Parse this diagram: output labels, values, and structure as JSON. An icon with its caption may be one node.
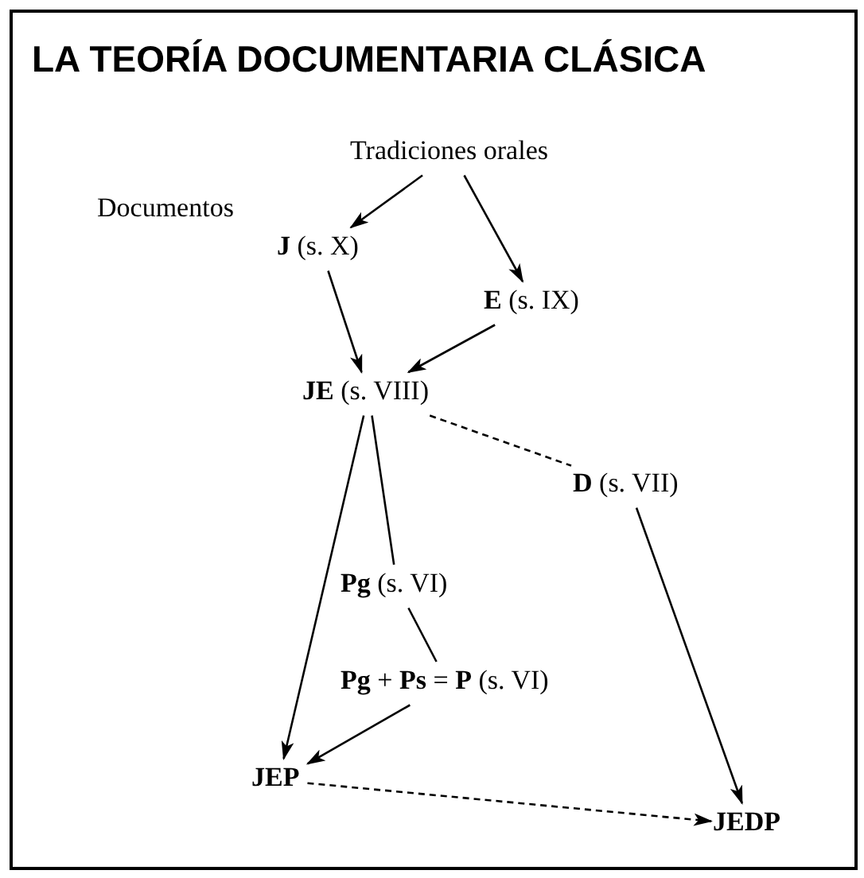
{
  "diagram": {
    "title": "LA TEORÍA DOCUMENTARIA CLÁSICA",
    "nodes": [
      {
        "text": [
          "Tradiciones orales"
        ]
      },
      {
        "text": [
          "**J** (s. X)"
        ]
      },
      {
        "text": [
          "**E** (s. IX)"
        ]
      },
      {
        "text": [
          "**JE** (s. VIII)"
        ]
      },
      {
        "text": [
          "**D** (s. VII)"
        ]
      },
      {
        "text": [
          "**Pg** (s. VI)"
        ]
      },
      {
        "text": [
          "**Pg** + **Ps** = **P** (s. VI)"
        ]
      },
      {
        "text": [
          "JEP"
        ]
      },
      {
        "text": [
          "JEDP"
        ]
      }
    ],
    "edges": [
      {
        "from": 0,
        "to": 1,
        "arrow": "to"
      },
      {
        "from": 0,
        "to": 2,
        "arrow": "to"
      },
      {
        "from": 1,
        "to": 3,
        "arrow": "to"
      },
      {
        "from": 2,
        "to": 3,
        "arrow": "to"
      },
      {
        "from": 3,
        "to": 4,
        "arrow": "none",
        "style": "dashed"
      },
      {
        "from": 3,
        "to": 7,
        "arrow": "to"
      },
      {
        "from": 3,
        "to": 5,
        "arrow": "none"
      },
      {
        "from": 5,
        "to": 6,
        "arrow": "none"
      },
      {
        "from": 6,
        "to": 7,
        "arrow": "to"
      },
      {
        "from": 4,
        "to": 8,
        "arrow": "to"
      },
      {
        "from": 7,
        "to": 8,
        "arrow": "to",
        "style": "dashed"
      }
    ],
    "labels": [
      "Documentos"
    ]
  }
}
